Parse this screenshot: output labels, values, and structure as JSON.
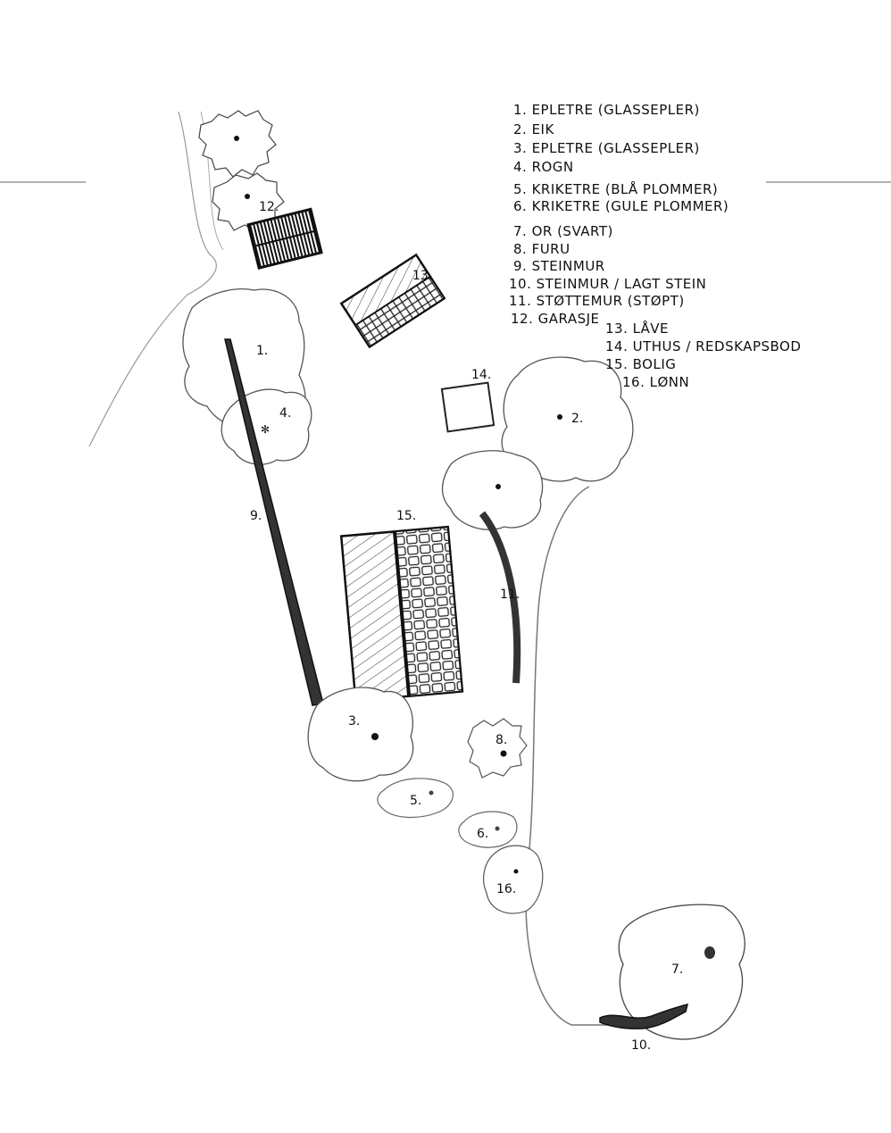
{
  "map": {
    "legend": [
      "1. EPLETRE (GLASSEPLER)",
      "2. EIK",
      "3. EPLETRE (GLASSEPLER)",
      "4. ROGN",
      "5. KRIKETRE (BLÅ PLOMMER)",
      "6. KRIKETRE (GULE PLOMMER)",
      "7. OR (SVART)",
      "8. FURU",
      "9. STEINMUR",
      "10. STEINMUR / LAGT STEIN",
      "11. STØTTEMUR (STØPT)",
      "12. GARASJE",
      "13. LÅVE",
      "14. UTHUS / REDSKAPSBOD",
      "15. BOLIG",
      "16. LØNN"
    ],
    "labels": {
      "n1": "1.",
      "n2": "2.",
      "n3": "3.",
      "n4": "4.",
      "n5": "5.",
      "n6": "6.",
      "n7": "7.",
      "n8": "8.",
      "n9": "9.",
      "n10": "10.",
      "n11": "11.",
      "n12": "12.",
      "n13": "13.",
      "n14": "14.",
      "n15": "15.",
      "n16": "16."
    }
  }
}
